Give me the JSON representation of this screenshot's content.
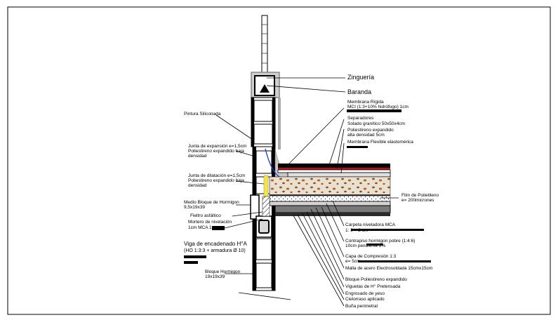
{
  "labels": {
    "zingueria": "Zinguería",
    "baranda": "Baranda",
    "membrana_rigida_1": "Membrana Rígida",
    "membrana_rigida_2": "MCI (1:3+10% hidrófugo) 1cm",
    "separadores": "Separadores",
    "solado": "Solado granítico 50x50x4cm",
    "poliestireno_alta_1": "Poliestireno expandido",
    "poliestireno_alta_2": "alta densidad 5cm",
    "membrana_flexible": "Membrana Flexible elastomérica",
    "pintura_siliconada": "Pintura Siliconada",
    "junta_expansion_1": "Junta de expansión e=1,5cm",
    "junta_expansion_2": "Poliestireno expandido baja",
    "junta_expansion_3": "densidad",
    "junta_dilatacion_1": "Junta de dilatación e=1,5cm",
    "junta_dilatacion_2": "Poliestireno expandido baja",
    "junta_dilatacion_3": "densidad",
    "film_1": "Film de Polietileno",
    "film_2": "e= 200micrones",
    "medio_bloque_1": "Medio Bloque de Hormigon",
    "medio_bloque_2": "9,5x19x39",
    "fieltro": "Fieltro asfáltico",
    "mortero_1": "Mortero de nivelación",
    "mortero_2": "1cm MCA 1:",
    "viga_1": "Viga de encadenado H°A",
    "viga_2": "(HO 1:3:3 + armadura Ø 10)",
    "carpeta_1": "Carpeta niveladora MCA",
    "carpeta_2": "1: 3 + 2 cm",
    "contrapiso_1": "Contrapiso hormigon pobre (1:4:6)",
    "contrapiso_2": "10cm pendiente 2%",
    "capa_1": "Capa de Compresión 1:3",
    "capa_2": "e= 5cm",
    "malla": "Malla de acero Electrosoldada 15cmx15cm",
    "bloque_polie": "Bloque Poliestireno expandido",
    "viguetas": "Viguetas de H° Pretensada",
    "engrosado": "Engrosado de yeso",
    "cielorraso": "Cielorraso aplicado",
    "buna": "Buña perimetral",
    "bloque_hormigon_1": "Bloque Hormigon",
    "bloque_hormigon_2": "19x19x39"
  }
}
